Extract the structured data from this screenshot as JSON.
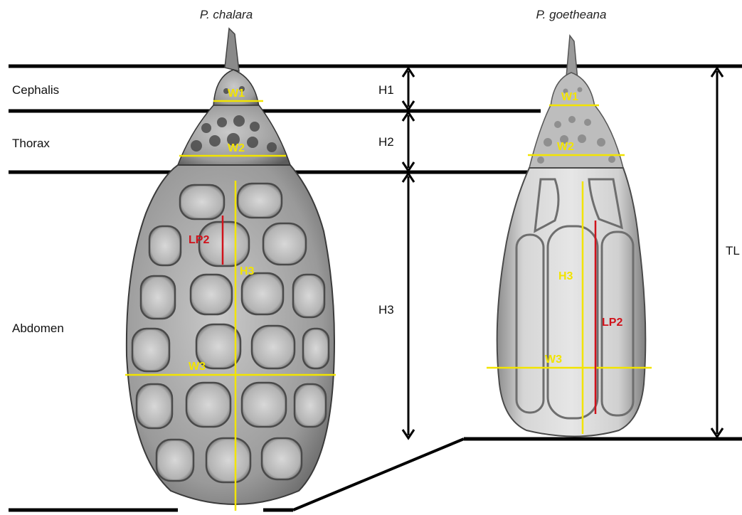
{
  "species": [
    "P. chalara",
    "P. goetheana"
  ],
  "regions": [
    "Cephalis",
    "Thorax",
    "Abdomen"
  ],
  "dimensions": [
    "H1",
    "H2",
    "H3",
    "TL"
  ],
  "chalara_labels": {
    "w1": "W1",
    "w2": "W2",
    "w3": "W3",
    "h3": "H3",
    "lp2": "LP2"
  },
  "goetheana_labels": {
    "w1": "W1",
    "w2": "W2",
    "w3": "W3",
    "h3": "H3",
    "lp2": "LP2"
  },
  "colors": {
    "measure": "#f2e400",
    "pore": "#d0121b",
    "guide": "#000000"
  }
}
